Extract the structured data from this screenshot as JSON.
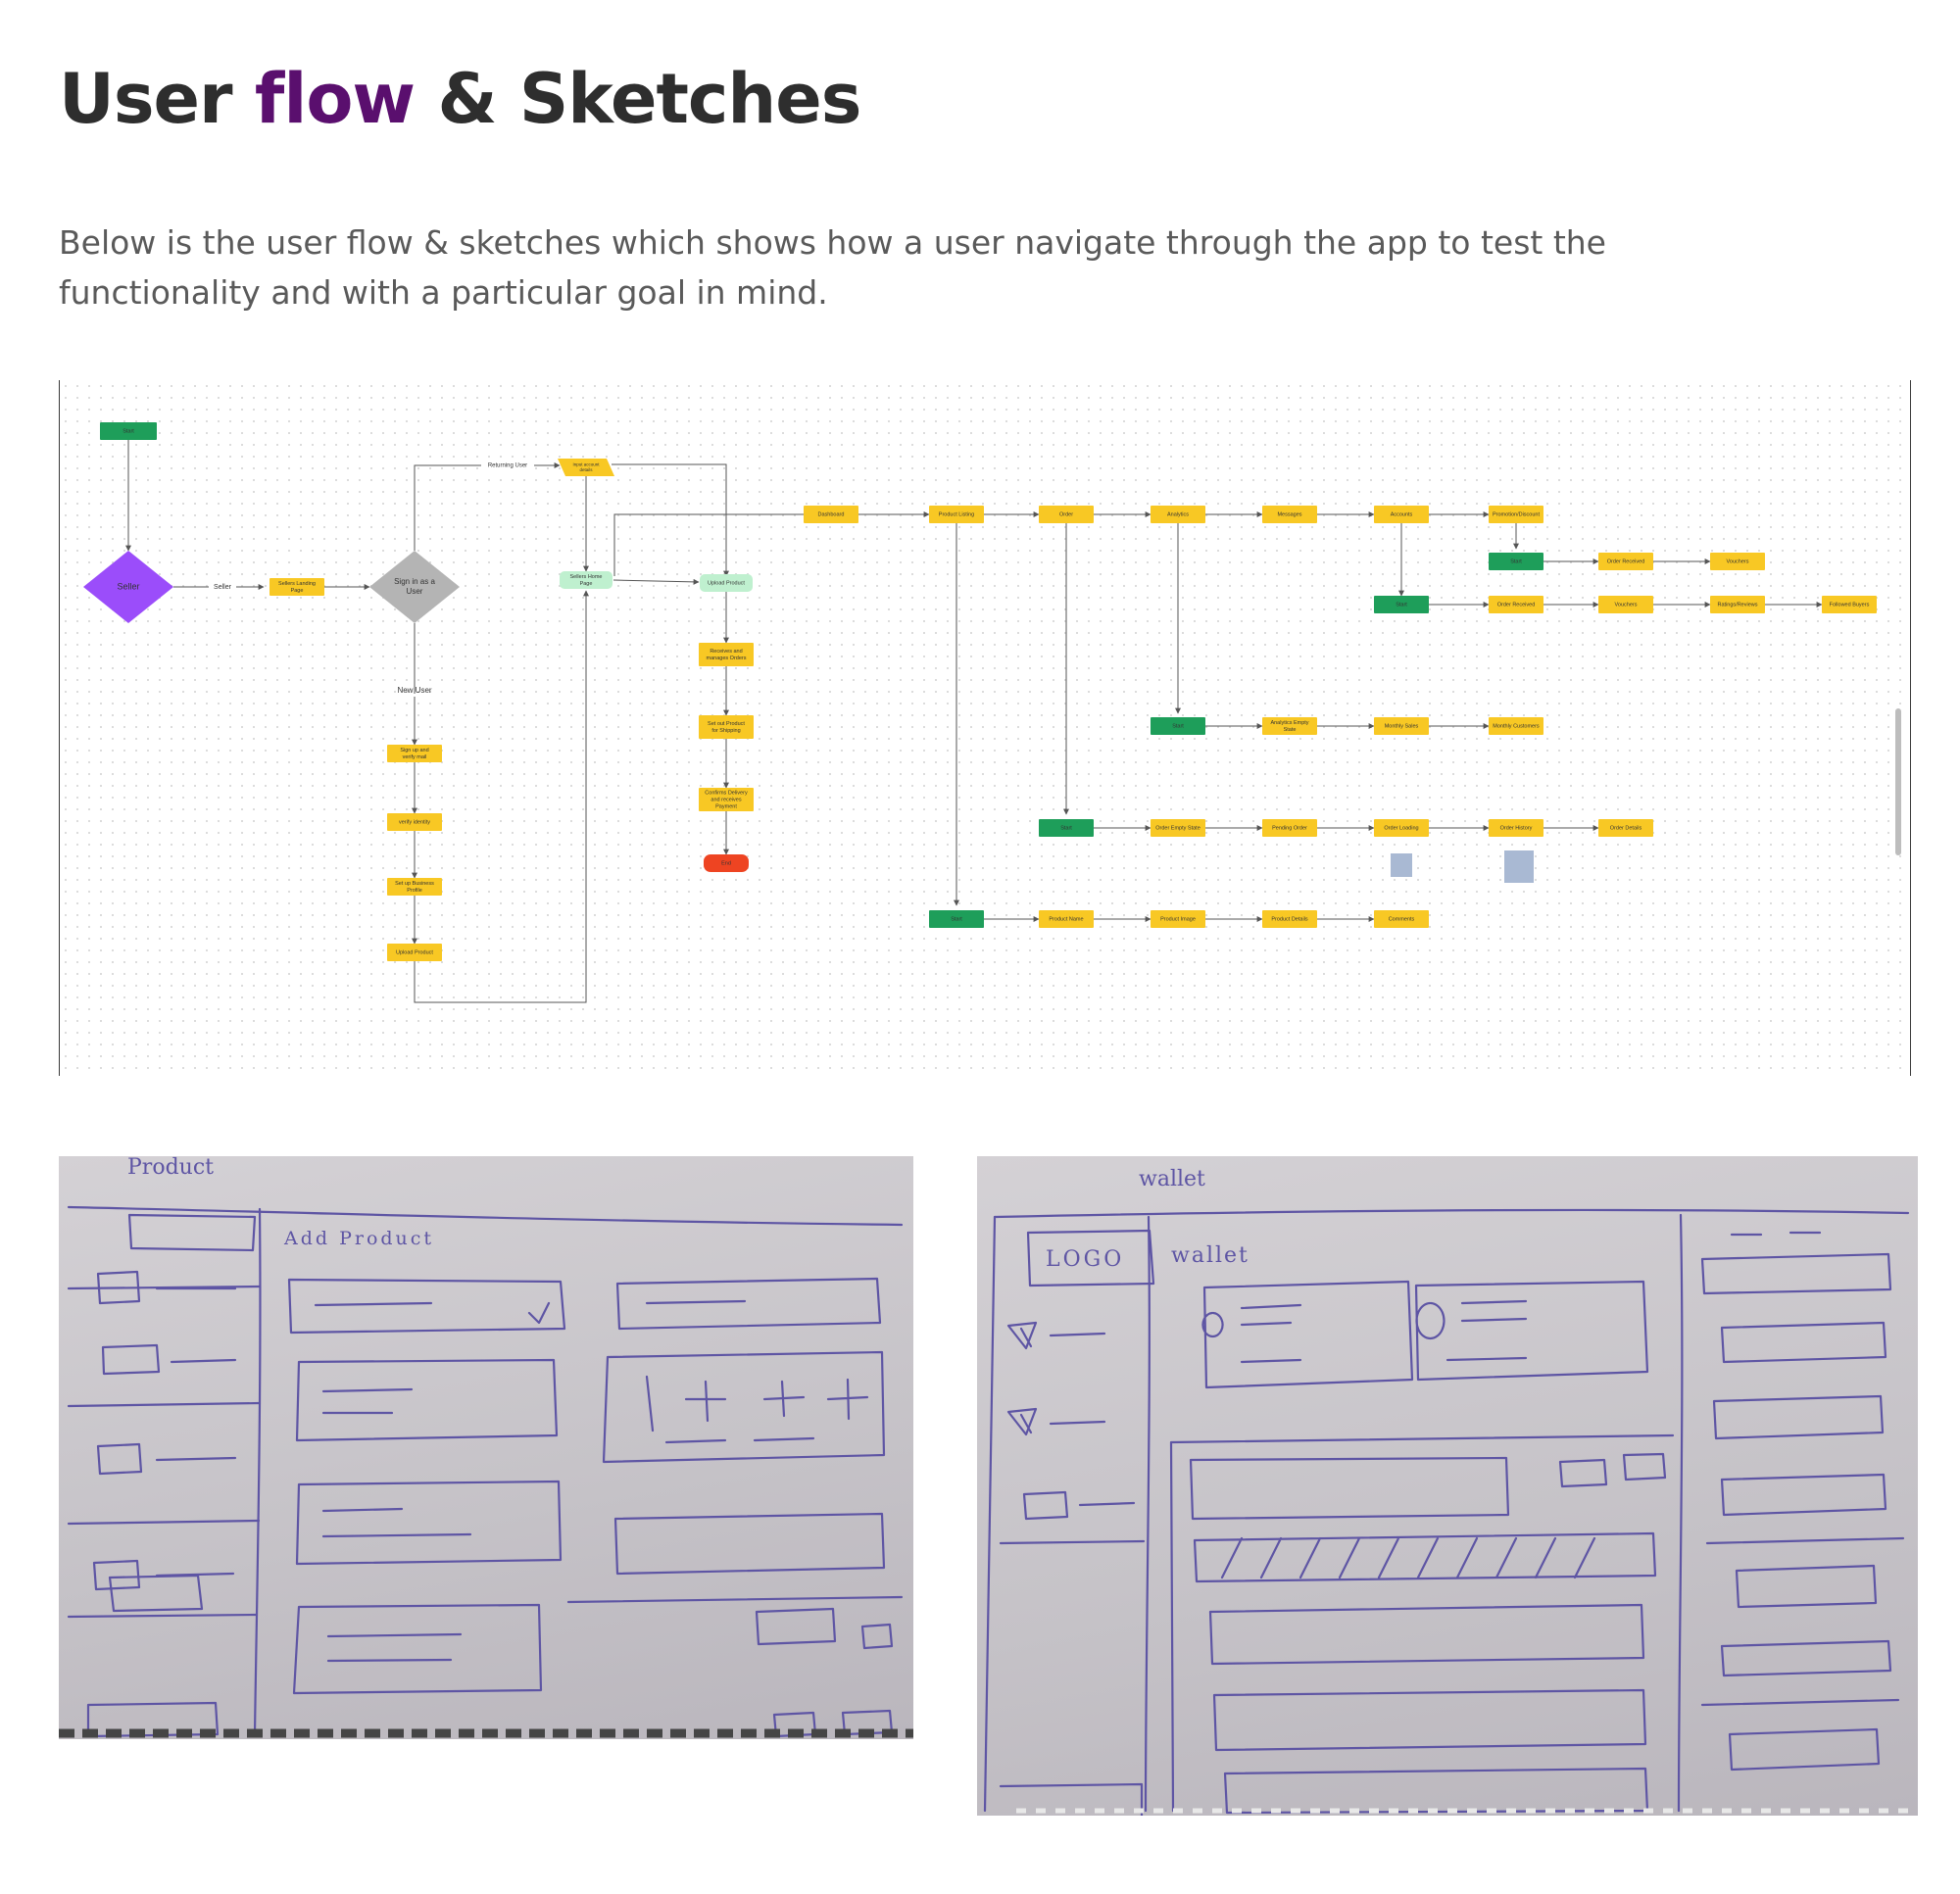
{
  "header": {
    "title_part1": "User ",
    "title_accent": "flow",
    "title_part2": " & Sketches",
    "intro": "Below is the user flow & sketches which shows how a user  navigate through the app to test the functionality and with a particular goal in mind."
  },
  "colors": {
    "accent": "#5a0f6e",
    "process_box": "#f8c824",
    "start_box": "#1e9e5a",
    "decision_seller": "#9b4dfa",
    "decision_signin": "#b4b4b4",
    "light_green": "#bff0cf",
    "end_box": "#ee4422",
    "note": "#a9b9d3"
  },
  "flow": {
    "start": "Start",
    "seller_decision": "Seller",
    "seller_edge": "Seller",
    "sellers_landing": "Sellers Landing Page",
    "signin_decision": "Sign in as a User",
    "returning_user": "Returning User",
    "new_user": "New User",
    "data_input": "Input account details",
    "sellers_home": "Sellers Home Page",
    "upload_product_main": "Upload Product",
    "new_user_steps": [
      "Sign up and verify mail",
      "verify identity",
      "Set up Business Profile",
      "Upload Product"
    ],
    "seller_steps": [
      "Receives and manages Orders",
      "Set out Product for Shipping",
      "Confirms Delivery and receives Payment"
    ],
    "end": "End",
    "top_nav": [
      "Dashboard",
      "Product Listing",
      "Order",
      "Analytics",
      "Messages",
      "Accounts",
      "Promotion/Discount"
    ],
    "promo_row": [
      "Start",
      "Order Received",
      "Vouchers"
    ],
    "accounts_row": [
      "Start",
      "Order Received",
      "Vouchers",
      "Ratings/Reviews",
      "Followed Buyers"
    ],
    "analytics_row": [
      "Start",
      "Analytics Empty State",
      "Monthly Sales",
      "Monthly Customers"
    ],
    "order_row": [
      "Start",
      "Order Empty State",
      "Pending Order",
      "Order Loading",
      "Order History",
      "Order Details"
    ],
    "product_row": [
      "Start",
      "Product Name",
      "Product Image",
      "Product Details",
      "Comments"
    ]
  },
  "sketches": {
    "product": {
      "page_label": "Product",
      "heading": "Add Product"
    },
    "wallet": {
      "page_label": "wallet",
      "logo": "LOGO",
      "heading": "wallet"
    }
  }
}
